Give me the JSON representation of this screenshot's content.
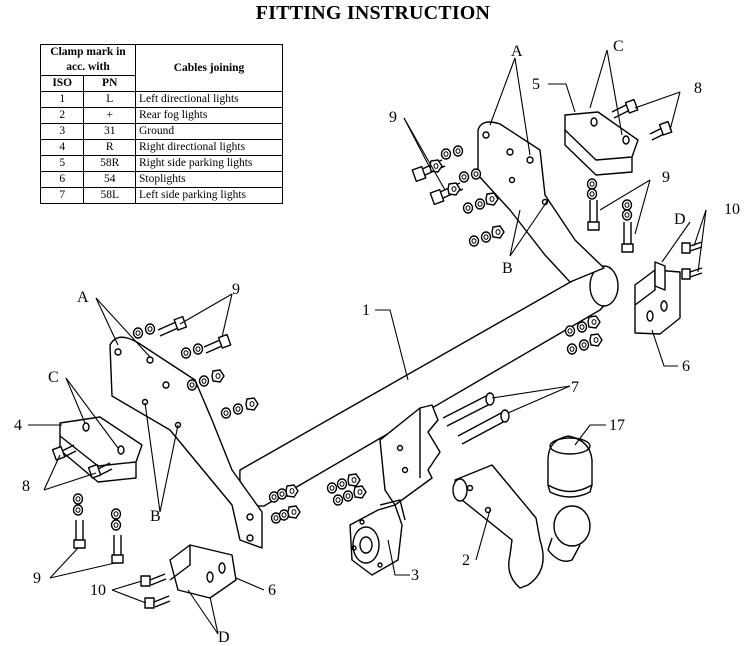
{
  "title": "FITTING INSTRUCTION",
  "table": {
    "headers": {
      "clamp_mark": "Clamp mark in acc. with",
      "iso": "ISO",
      "pn": "PN",
      "cables": "Cables joining"
    },
    "rows": [
      {
        "iso": "1",
        "pn": "L",
        "desc": "Left directional lights"
      },
      {
        "iso": "2",
        "pn": "+",
        "desc": "Rear fog lights"
      },
      {
        "iso": "3",
        "pn": "31",
        "desc": "Ground"
      },
      {
        "iso": "4",
        "pn": "R",
        "desc": "Right directional lights"
      },
      {
        "iso": "5",
        "pn": "58R",
        "desc": "Right side parking lights"
      },
      {
        "iso": "6",
        "pn": "54",
        "desc": "Stoplights"
      },
      {
        "iso": "7",
        "pn": "58L",
        "desc": "Left side parking lights"
      }
    ]
  },
  "labels": {
    "A_top": "A",
    "C_top": "C",
    "five": "5",
    "eight_top": "8",
    "nine_top_left": "9",
    "nine_top_right": "9",
    "B_top": "B",
    "D_top": "D",
    "ten_top": "10",
    "one": "1",
    "A_left": "A",
    "nine_left": "9",
    "six_right": "6",
    "C_left": "C",
    "four": "4",
    "seven": "7",
    "eight_left": "8",
    "seventeen": "17",
    "B_bottom": "B",
    "nine_bottom": "9",
    "two": "2",
    "three": "3",
    "ten_bottom": "10",
    "six_bottom": "6",
    "D_bottom": "D"
  }
}
